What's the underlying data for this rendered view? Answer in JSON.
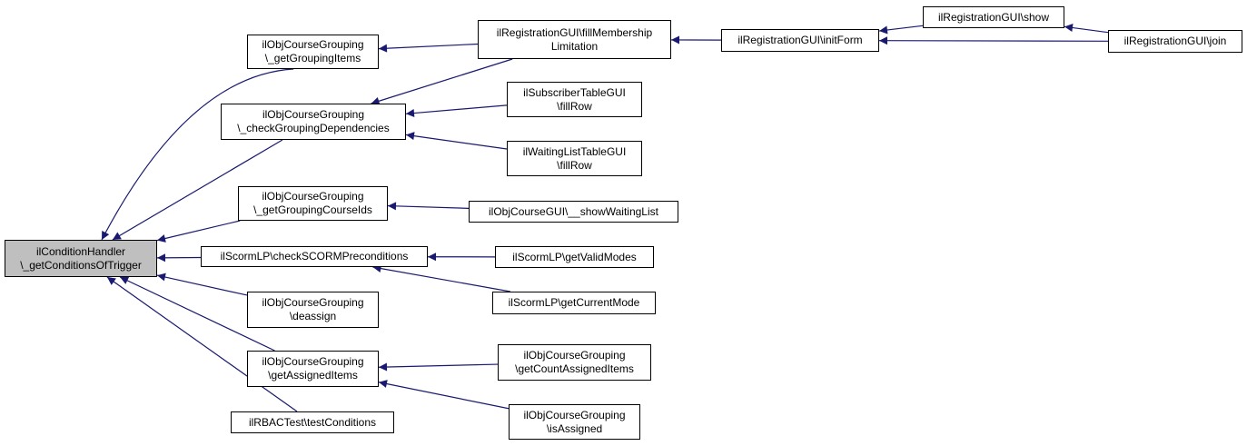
{
  "colors": {
    "edge": "#191970",
    "root_fill": "#bfbfbf",
    "node_fill": "#ffffff",
    "border": "#000000"
  },
  "nodes": {
    "root": {
      "lines": [
        "ilConditionHandler",
        "\\_getConditionsOfTrigger"
      ]
    },
    "getGroupingItems": {
      "lines": [
        "ilObjCourseGrouping",
        "\\_getGroupingItems"
      ]
    },
    "checkGroupingDependencies": {
      "lines": [
        "ilObjCourseGrouping",
        "\\_checkGroupingDependencies"
      ]
    },
    "getGroupingCourseIds": {
      "lines": [
        "ilObjCourseGrouping",
        "\\_getGroupingCourseIds"
      ]
    },
    "checkSCORMPreconditions": {
      "lines": [
        "ilScormLP\\checkSCORMPreconditions"
      ]
    },
    "deassign": {
      "lines": [
        "ilObjCourseGrouping",
        "\\deassign"
      ]
    },
    "getAssignedItems": {
      "lines": [
        "ilObjCourseGrouping",
        "\\getAssignedItems"
      ]
    },
    "testConditions": {
      "lines": [
        "ilRBACTest\\testConditions"
      ]
    },
    "fillMembershipLimitation": {
      "lines": [
        "ilRegistrationGUI\\fillMembership",
        "Limitation"
      ]
    },
    "subscriberFillRow": {
      "lines": [
        "ilSubscriberTableGUI",
        "\\fillRow"
      ]
    },
    "waitingFillRow": {
      "lines": [
        "ilWaitingListTableGUI",
        "\\fillRow"
      ]
    },
    "showWaitingList": {
      "lines": [
        "ilObjCourseGUI\\__showWaitingList"
      ]
    },
    "getValidModes": {
      "lines": [
        "ilScormLP\\getValidModes"
      ]
    },
    "getCurrentMode": {
      "lines": [
        "ilScormLP\\getCurrentMode"
      ]
    },
    "getCountAssignedItems": {
      "lines": [
        "ilObjCourseGrouping",
        "\\getCountAssignedItems"
      ]
    },
    "isAssigned": {
      "lines": [
        "ilObjCourseGrouping",
        "\\isAssigned"
      ]
    },
    "initForm": {
      "lines": [
        "ilRegistrationGUI\\initForm"
      ]
    },
    "show": {
      "lines": [
        "ilRegistrationGUI\\show"
      ]
    },
    "join": {
      "lines": [
        "ilRegistrationGUI\\join"
      ]
    }
  },
  "edges": [
    {
      "from": "getGroupingItems",
      "to": "root"
    },
    {
      "from": "checkGroupingDependencies",
      "to": "root"
    },
    {
      "from": "getGroupingCourseIds",
      "to": "root"
    },
    {
      "from": "checkSCORMPreconditions",
      "to": "root"
    },
    {
      "from": "deassign",
      "to": "root"
    },
    {
      "from": "getAssignedItems",
      "to": "root"
    },
    {
      "from": "testConditions",
      "to": "root"
    },
    {
      "from": "fillMembershipLimitation",
      "to": "getGroupingItems"
    },
    {
      "from": "fillMembershipLimitation",
      "to": "checkGroupingDependencies"
    },
    {
      "from": "subscriberFillRow",
      "to": "checkGroupingDependencies"
    },
    {
      "from": "waitingFillRow",
      "to": "checkGroupingDependencies"
    },
    {
      "from": "showWaitingList",
      "to": "getGroupingCourseIds"
    },
    {
      "from": "getValidModes",
      "to": "checkSCORMPreconditions"
    },
    {
      "from": "getCurrentMode",
      "to": "checkSCORMPreconditions"
    },
    {
      "from": "getCountAssignedItems",
      "to": "getAssignedItems"
    },
    {
      "from": "isAssigned",
      "to": "getAssignedItems"
    },
    {
      "from": "initForm",
      "to": "fillMembershipLimitation"
    },
    {
      "from": "show",
      "to": "initForm"
    },
    {
      "from": "join",
      "to": "initForm"
    },
    {
      "from": "join",
      "to": "show"
    }
  ]
}
